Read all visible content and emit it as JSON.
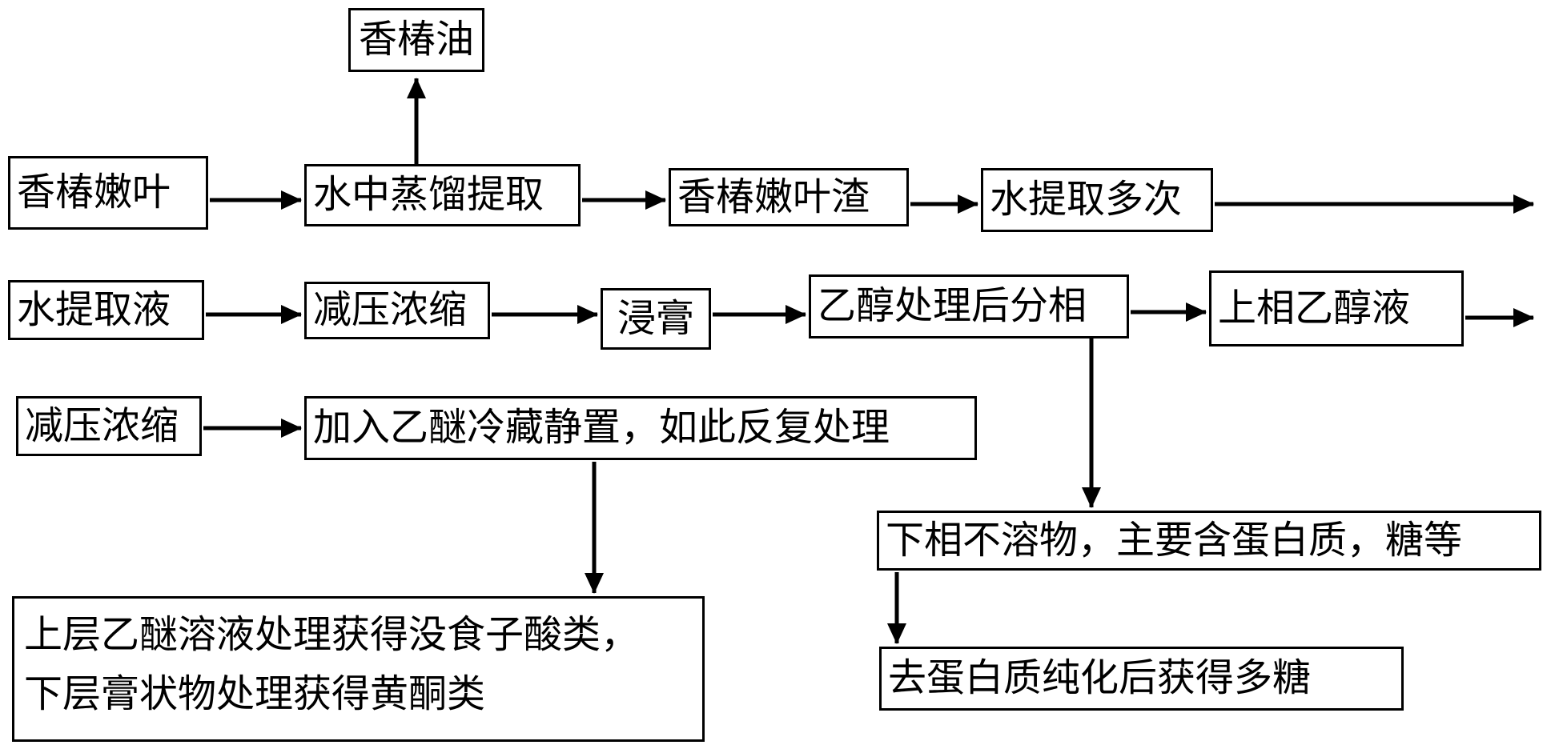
{
  "nodes": {
    "oil": "香椿油",
    "leaves": "香椿嫩叶",
    "distill": "水中蒸馏提取",
    "residue": "香椿嫩叶渣",
    "water_extract_multi": "水提取多次",
    "water_extract_liquid": "水提取液",
    "vacuum_concentrate_1": "减压浓缩",
    "extract_paste": "浸膏",
    "ethanol_phase_split": "乙醇处理后分相",
    "upper_ethanol": "上相乙醇液",
    "vacuum_concentrate_2": "减压浓缩",
    "ether_treatment": "加入乙醚冷藏静置，如此反复处理",
    "lower_insoluble": "下相不溶物，主要含蛋白质，糖等",
    "ether_result_line1": "上层乙醚溶液处理获得没食子酸类，",
    "ether_result_line2": "下层膏状物处理获得黄酮类",
    "polysaccharide": "去蛋白质纯化后获得多糖"
  },
  "colors": {
    "stroke": "#000000",
    "background": "#ffffff"
  }
}
